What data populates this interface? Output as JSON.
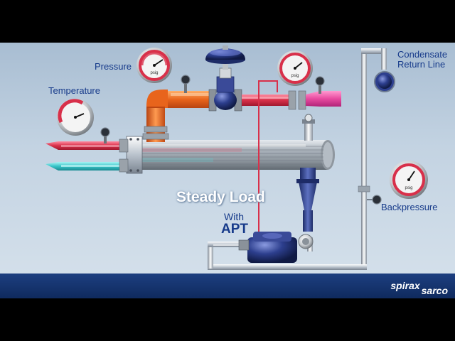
{
  "labels": {
    "pressure": "Pressure",
    "temperature": "Temperature",
    "condensate_line1": "Condensate",
    "condensate_line2": "Return Line",
    "backpressure": "Backpressure",
    "title": "Steady Load",
    "with": "With",
    "apt": "APT"
  },
  "gauges": {
    "unit": "psig"
  },
  "brand": {
    "part1": "spirax",
    "part2": "sarco"
  },
  "colors": {
    "steam": "#e8641c",
    "condensate_hot": "#d8304a",
    "cool_water": "#37c4c8",
    "valve_blue": "#2d3f8e",
    "pipe_gray": "#b9c2cc",
    "footer_blue": "#12306a"
  }
}
